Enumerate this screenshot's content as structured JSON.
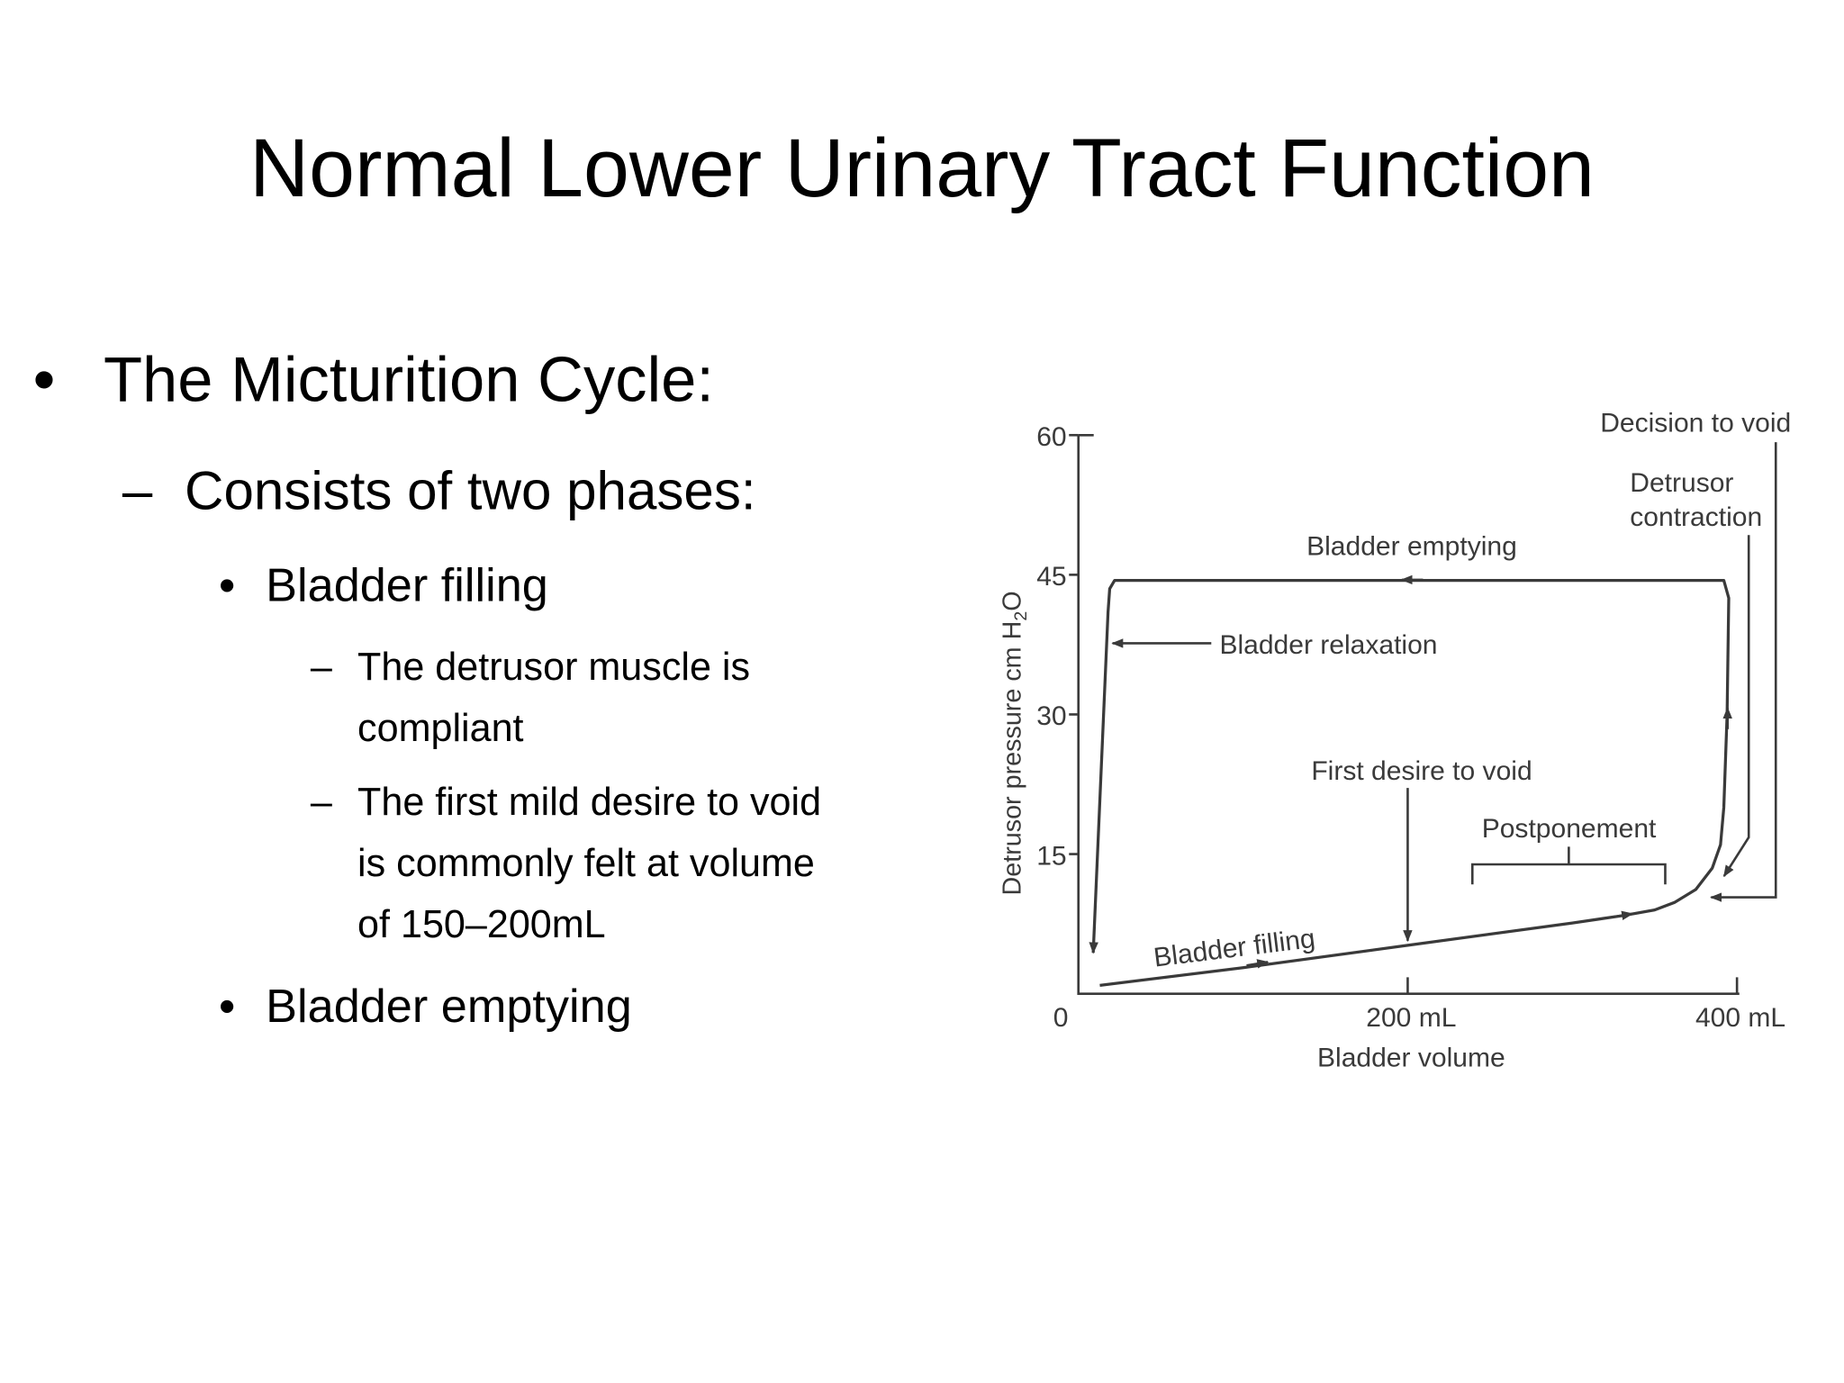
{
  "slide": {
    "title": "Normal Lower Urinary Tract Function",
    "bullets": {
      "b1": {
        "marker": "•",
        "text": "The Micturition Cycle:"
      },
      "b2": {
        "marker": "–",
        "text": "Consists of two phases:"
      },
      "b3": {
        "marker": "•",
        "text": "Bladder filling"
      },
      "b4": {
        "marker": "–",
        "lines": [
          "The detrusor muscle is",
          "compliant"
        ]
      },
      "b5": {
        "marker": "–",
        "lines": [
          "The first mild desire to void",
          "is commonly felt at volume",
          "of 150–200mL"
        ]
      },
      "b6": {
        "marker": "•",
        "text": "Bladder emptying"
      }
    }
  },
  "chart_data": {
    "type": "line",
    "xlabel": "Bladder volume",
    "ylabel": {
      "main": "Detrusor pressure cm H",
      "sub": "2",
      "tail": "O"
    },
    "xlim": [
      0,
      400
    ],
    "ylim": [
      0,
      60
    ],
    "x_ticks": [
      {
        "value": 0,
        "label": "0"
      },
      {
        "value": 200,
        "label": "200 mL"
      },
      {
        "value": 400,
        "label": "400 mL"
      }
    ],
    "y_ticks": [
      {
        "value": 15,
        "label": "15"
      },
      {
        "value": 30,
        "label": "30"
      },
      {
        "value": 45,
        "label": "45"
      },
      {
        "value": 60,
        "label": "60"
      }
    ],
    "grid": false,
    "line_color": "#3a3a3a",
    "series": [
      {
        "x": [
          13,
          100,
          200,
          300,
          331,
          350,
          362,
          375,
          385,
          390,
          392,
          394,
          395,
          392,
          385,
          22,
          19,
          18,
          9
        ],
        "y": [
          0.9,
          2.8,
          5.2,
          7.6,
          8.4,
          9.0,
          9.8,
          11.2,
          13.5,
          16,
          20,
          30,
          42.5,
          44.4,
          44.4,
          44.4,
          43.5,
          41,
          4.4
        ]
      }
    ],
    "annotations": {
      "decision": "Decision to void",
      "detrusor_1": "Detrusor",
      "detrusor_2": "contraction",
      "emptying": "Bladder emptying",
      "relaxation": "Bladder relaxation",
      "first_desire": "First desire to void",
      "postponement": "Postponement",
      "filling": "Bladder filling"
    }
  }
}
